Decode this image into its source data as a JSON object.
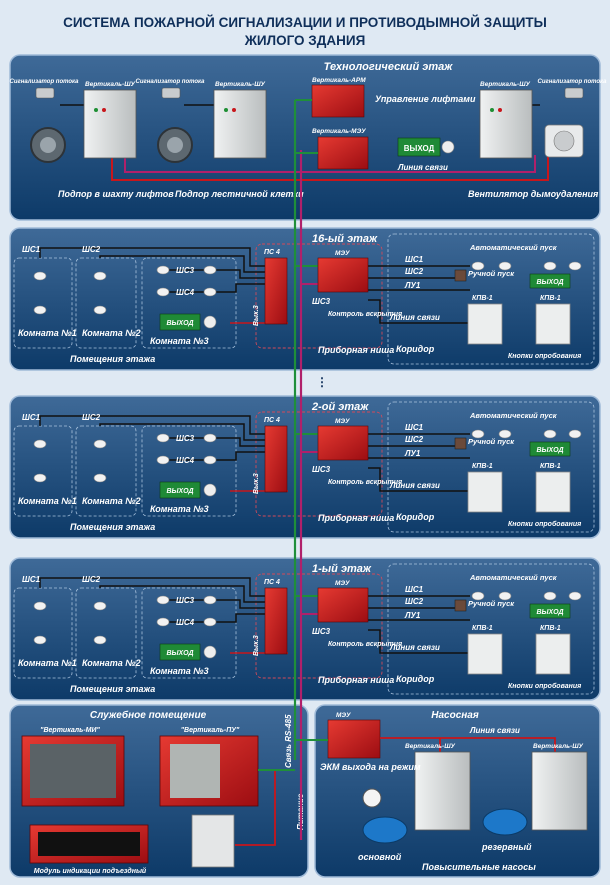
{
  "title": {
    "line1": "СИСТЕМА ПОЖАРНОЙ СИГНАЛИЗАЦИИ И ПРОТИВОДЫМНОЙ ЗАЩИТЫ",
    "line2": "ЖИЛОГО ЗДАНИЯ"
  },
  "colors": {
    "panel": "#0f3e6e",
    "panel_edge": "#7fa4cc",
    "red_device": "#c8161b",
    "green_line": "#1f8f3a",
    "magenta_line": "#b0206a",
    "black_line": "#111111",
    "cabinet": "#d9dcdc"
  },
  "tech": {
    "title": "Технологический этаж",
    "flow_signal_1": "Сигнализатор потока",
    "flow_signal_2": "Сигнализатор потока",
    "flow_signal_3": "Сигнализатор потока",
    "shu_1": "Вертикаль-ШУ",
    "shu_2": "Вертикаль-ШУ",
    "shu_3": "Вертикаль-ШУ",
    "arm": "Вертикаль-АРМ",
    "meu": "Вертикаль-МЭУ",
    "elevator_control": "Управление лифтами",
    "exit_sign": "ВЫХОД",
    "comm_line": "Линия связи",
    "caption_1": "Подпор в шахту лифтов",
    "caption_2": "Подпор лестничной клетки",
    "caption_3": "Вентилятор дымоудаления"
  },
  "floors": [
    {
      "title": "16-ый этаж",
      "sh1": "ШС1",
      "sh2": "ШС2",
      "sh3": "ШС3",
      "sh4": "ШС4",
      "room1": "Комната №1",
      "room2": "Комната №2",
      "room3": "Комната №3",
      "rooms_caption": "Помещения этажа",
      "ps4": "ПС 4",
      "vykh3": "Вых.3",
      "meu": "МЭУ",
      "meu_sh3": "ШС3",
      "control": "Контроль вскрытия",
      "niche": "Приборная ниша",
      "c_sh1": "ШС1",
      "c_sh2": "ШС2",
      "c_lu1": "ЛУ1",
      "auto": "Автоматический пуск",
      "manual": "Ручной пуск",
      "kpv1": "КПВ-1",
      "kpv2": "КПВ-1",
      "line": "Линия связи",
      "corridor": "Коридор",
      "buttons": "Кнопки опробования",
      "exit": "ВЫХОД"
    },
    {
      "title": "2-ой этаж",
      "sh1": "ШС1",
      "sh2": "ШС2",
      "sh3": "ШС3",
      "sh4": "ШС4",
      "room1": "Комната №1",
      "room2": "Комната №2",
      "room3": "Комната №3",
      "rooms_caption": "Помещения этажа",
      "ps4": "ПС 4",
      "vykh3": "Вых.3",
      "meu": "МЭУ",
      "meu_sh3": "ШС3",
      "control": "Контроль вскрытия",
      "niche": "Приборная ниша",
      "c_sh1": "ШС1",
      "c_sh2": "ШС2",
      "c_lu1": "ЛУ1",
      "auto": "Автоматический пуск",
      "manual": "Ручной пуск",
      "kpv1": "КПВ-1",
      "kpv2": "КПВ-1",
      "line": "Линия связи",
      "corridor": "Коридор",
      "buttons": "Кнопки опробования",
      "exit": "ВЫХОД"
    },
    {
      "title": "1-ый этаж",
      "sh1": "ШС1",
      "sh2": "ШС2",
      "sh3": "ШС3",
      "sh4": "ШС4",
      "room1": "Комната №1",
      "room2": "Комната №2",
      "room3": "Комната №3",
      "rooms_caption": "Помещения этажа",
      "ps4": "ПС 4",
      "vykh3": "Вых.3",
      "meu": "МЭУ",
      "meu_sh3": "ШС3",
      "control": "Контроль вскрытия",
      "niche": "Приборная ниша",
      "c_sh1": "ШС1",
      "c_sh2": "ШС2",
      "c_lu1": "ЛУ1",
      "auto": "Автоматический пуск",
      "manual": "Ручной пуск",
      "kpv1": "КПВ-1",
      "kpv2": "КПВ-1",
      "line": "Линия связи",
      "corridor": "Коридор",
      "buttons": "Кнопки опробования",
      "exit": "ВЫХОД"
    }
  ],
  "service": {
    "title": "Служебное помещение",
    "mi": "\"Вертикаль-МИ\"",
    "pu": "\"Вертикаль-ПУ\"",
    "module": "Модуль индикации подъездный",
    "rs485": "Связь RS-485",
    "power": "Питание"
  },
  "pump": {
    "title": "Насосная",
    "meu": "МЭУ",
    "line": "Линия связи",
    "shu1": "Вертикаль-ШУ",
    "shu2": "Вертикаль-ШУ",
    "ekm": "ЭКМ выхода на режим",
    "main": "основной",
    "reserve": "резервный",
    "pumps": "Повысительные насосы"
  }
}
